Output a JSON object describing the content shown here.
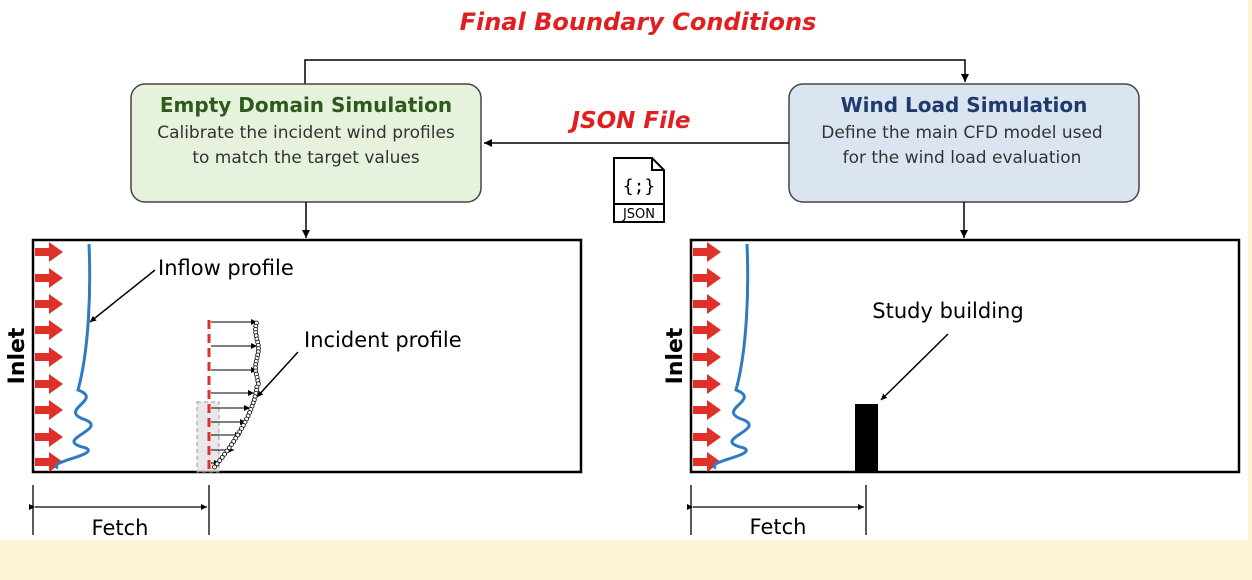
{
  "title": "Final Boundary Conditions",
  "json_label": "JSON File",
  "json_icon_text": "JSON",
  "json_icon_glyph": "{;}",
  "left_box": {
    "title": "Empty Domain Simulation",
    "line1": "Calibrate the incident wind profiles",
    "line2": "to match the target values"
  },
  "right_box": {
    "title": "Wind Load Simulation",
    "line1": "Define the main CFD model used",
    "line2": "for the  wind load evaluation"
  },
  "left_domain": {
    "inlet": "Inlet",
    "inflow_label": "Inflow profile",
    "incident_label": "Incident profile",
    "fetch_label": "Fetch"
  },
  "right_domain": {
    "inlet": "Inlet",
    "building_label": "Study building",
    "fetch_label": "Fetch"
  },
  "colors": {
    "title_red": "#e02020",
    "left_box_fill": "#e6f2dc",
    "left_box_text": "#2e5a1e",
    "right_box_fill": "#dbe5f1",
    "right_box_text": "#1f3a6b",
    "arrow_red": "#e0302a",
    "profile_blue": "#2e7bc4",
    "stroke": "#000000"
  }
}
